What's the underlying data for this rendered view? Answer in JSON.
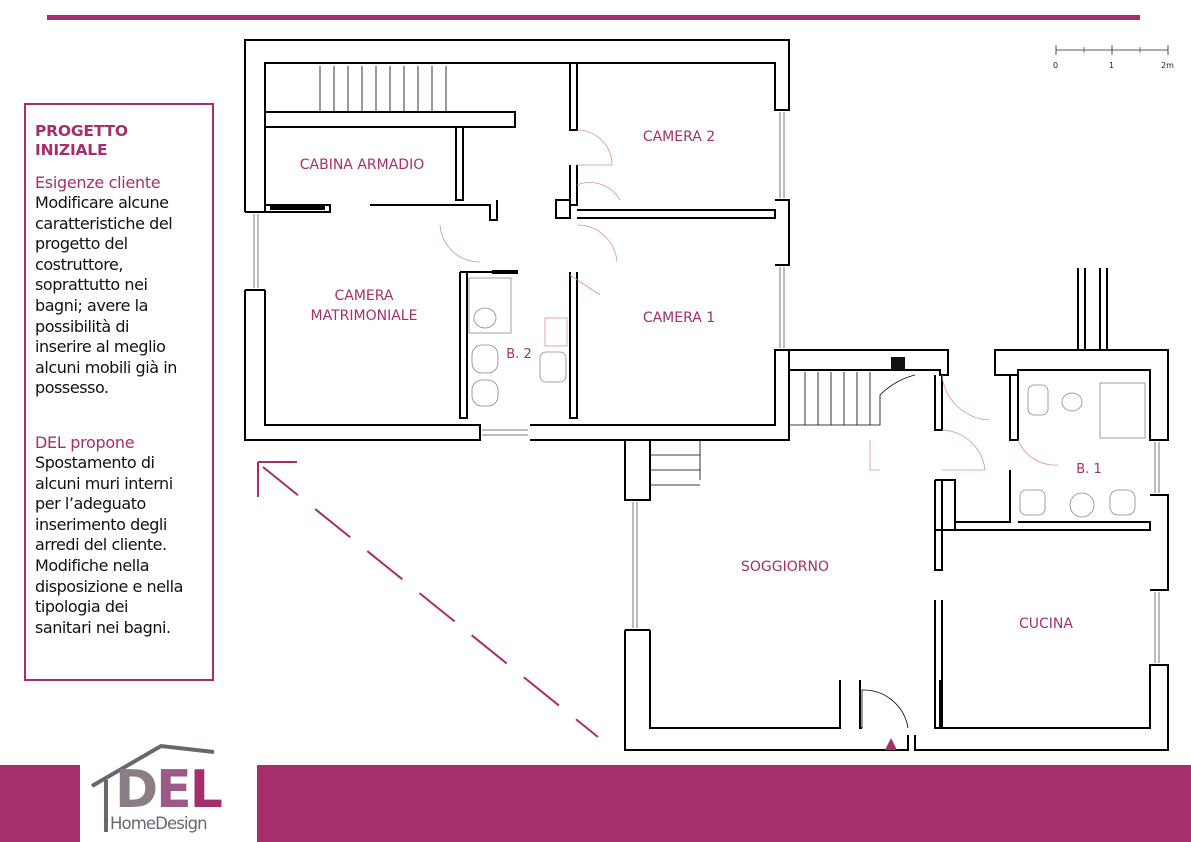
{
  "colors": {
    "accent": "#a72e6c",
    "wall": "#000000",
    "fixture_line": "#d98bb6"
  },
  "sidebar": {
    "title_line1": "PROGETTO",
    "title_line2": "INIZIALE",
    "section1_heading": "Esigenze cliente",
    "section1_body": "Modificare alcune\ncaratteristiche del\nprogetto del\ncostruttore,\nsoprattutto nei\nbagni; avere la\npossibilità di\ninserire al meglio\nalcuni mobili già in\npossesso.",
    "section2_heading": "DEL propone",
    "section2_body": "Spostamento di\nalcuni muri interni\nper l’adeguato\ninserimento degli\narredi del cliente.\nModifiche nella\ndisposizione e nella\ntipologia dei\nsanitari nei bagni."
  },
  "scale_bar": {
    "labels": [
      "0",
      "1",
      "2m"
    ]
  },
  "rooms": {
    "cabina_armadio": "CABINA ARMADIO",
    "camera_2": "CAMERA 2",
    "camera_matrimoniale": [
      "CAMERA",
      "MATRIMONIALE"
    ],
    "camera_1": "CAMERA 1",
    "bagno_2": "B. 2",
    "bagno_1": "B. 1",
    "soggiorno": "SOGGIORNO",
    "cucina": "CUCINA"
  },
  "logo": {
    "brand_d": "D",
    "brand_e": "E",
    "brand_l": "L",
    "sub_home": "Home",
    "sub_design": "Design"
  },
  "icons": [
    "north-arrow-icon",
    "entrance-marker-icon",
    "house-roof-icon"
  ]
}
